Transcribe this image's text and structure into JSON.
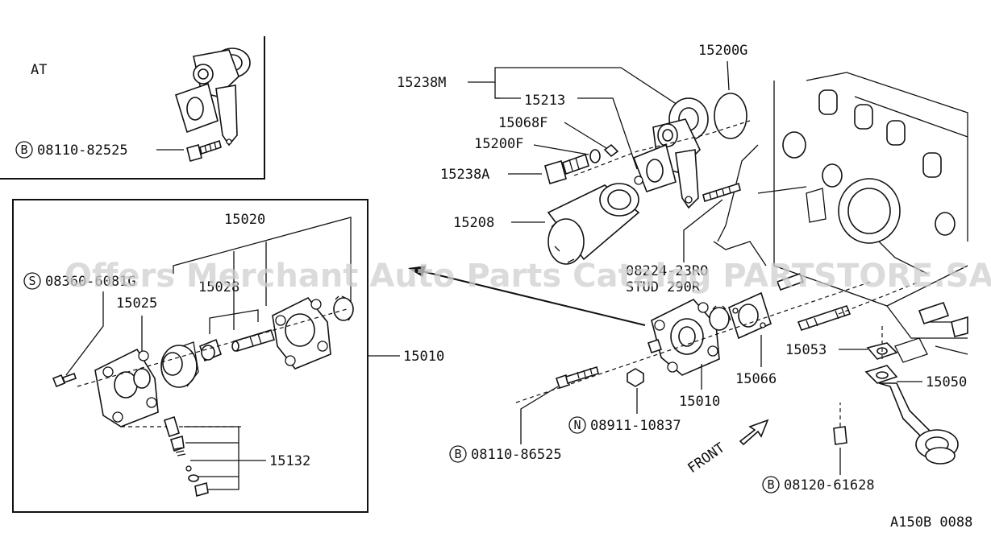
{
  "watermark": "Offers Merchant Auto Parts Catalog PARTSTORE.SA",
  "inset_at": {
    "title": "AT",
    "bolt_prefix": "B",
    "bolt_number": "08110-82525"
  },
  "pump_box": {
    "labels": {
      "p15020": "15020",
      "screw_prefix": "S",
      "screw_number": "08360-6081G",
      "p15028": "15028",
      "p15025": "15025",
      "p15010": "15010",
      "p15132": "15132"
    }
  },
  "main": {
    "labels": {
      "p15200G": "15200G",
      "p15238M": "15238M",
      "p15213": "15213",
      "p15068F": "15068F",
      "p15200F": "15200F",
      "p15238A": "15238A",
      "p15208": "15208",
      "stud_number": "08224-23RO",
      "stud_label": "STUD 290R",
      "p15053": "15053",
      "p15050": "15050",
      "p15066": "15066",
      "p15010": "15010",
      "nut_prefix": "N",
      "nut_number": "08911-10837",
      "bolt_b_prefix": "B",
      "bolt_b_number": "08110-86525",
      "bolt_c_prefix": "B",
      "bolt_c_number": "08120-61628",
      "front": "FRONT",
      "ref_code": "A150B 0088"
    }
  }
}
